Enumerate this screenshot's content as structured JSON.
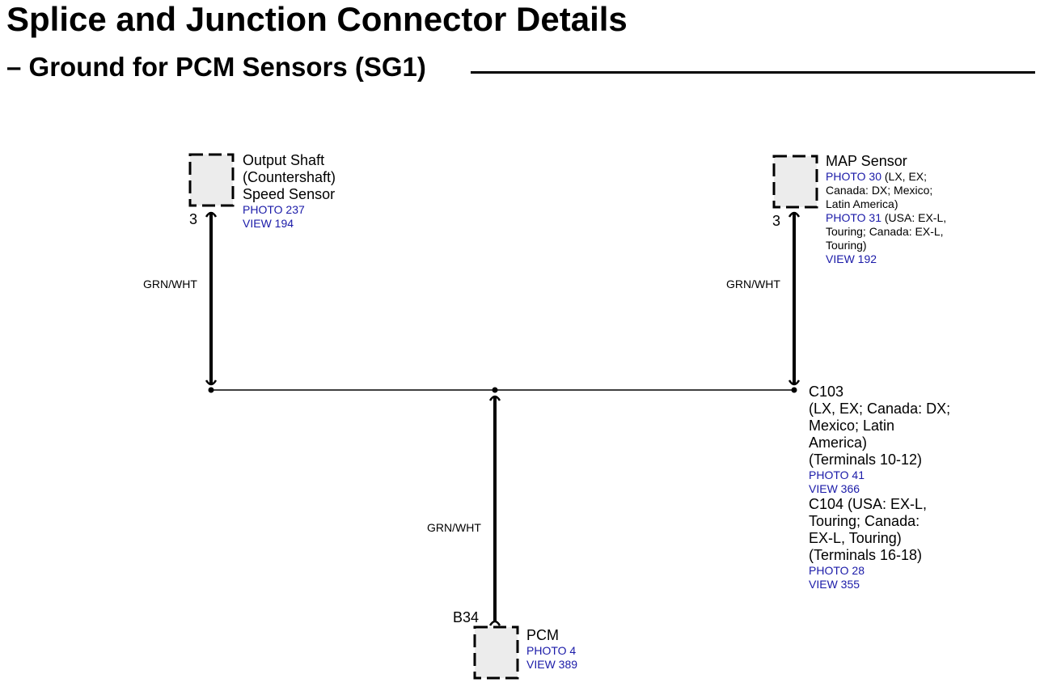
{
  "title": "Splice and Junction Connector Details",
  "subtitle": "– Ground for PCM Sensors (SG1)",
  "colors": {
    "link": "#1a1aa8",
    "connector_fill": "#ececec",
    "wire": "#000000"
  },
  "components": {
    "output_shaft": {
      "name_lines": [
        "Output Shaft",
        "(Countershaft)",
        "Speed Sensor"
      ],
      "links": [
        "PHOTO 237",
        "VIEW 194"
      ],
      "pin": "3",
      "wire": "GRN/WHT"
    },
    "map_sensor": {
      "name": "MAP Sensor",
      "photo30": "PHOTO 30",
      "photo30_note_lines": [
        " (LX, EX;",
        "Canada: DX; Mexico;",
        "Latin America)"
      ],
      "photo31": "PHOTO 31",
      "photo31_note_lines": [
        " (USA: EX-L,",
        "Touring; Canada: EX-L,",
        "Touring)"
      ],
      "view": "VIEW 192",
      "pin": "3",
      "wire": "GRN/WHT"
    },
    "connector": {
      "c103_lines": [
        "C103",
        "(LX, EX; Canada: DX;",
        "Mexico; Latin",
        "America)",
        "(Terminals 10-12)"
      ],
      "c103_links": [
        "PHOTO 41",
        "VIEW 366"
      ],
      "c104_lines": [
        "C104 (USA: EX-L,",
        "Touring; Canada:",
        "EX-L, Touring)",
        "(Terminals 16-18)"
      ],
      "c104_links": [
        "PHOTO 28",
        "VIEW 355"
      ]
    },
    "pcm": {
      "name": "PCM",
      "links": [
        "PHOTO 4",
        "VIEW 389"
      ],
      "pin": "B34",
      "wire": "GRN/WHT"
    }
  }
}
